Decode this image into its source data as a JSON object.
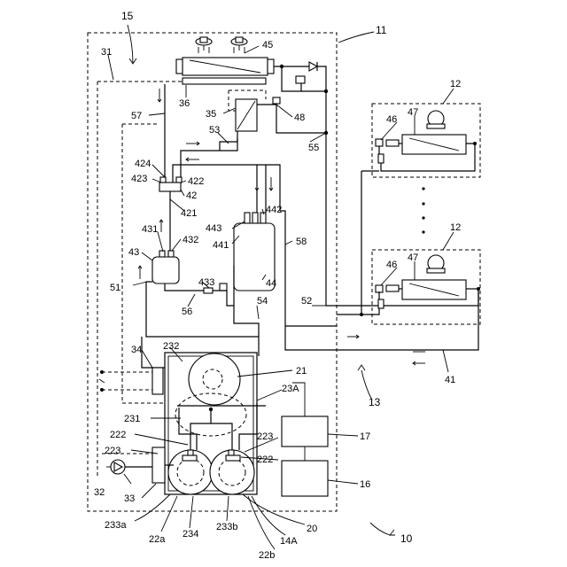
{
  "labels": {
    "l15": "15",
    "l11": "11",
    "l31": "31",
    "l45": "45",
    "l36": "36",
    "l57": "57",
    "l35": "35",
    "l48": "48",
    "l53": "53",
    "l55": "55",
    "l424": "424",
    "l423": "423",
    "l422": "422",
    "l42": "42",
    "l421": "421",
    "l442": "442",
    "l443": "443",
    "l441": "441",
    "l431": "431",
    "l432": "432",
    "l43": "43",
    "l58": "58",
    "l51": "51",
    "l433": "433",
    "l44": "44",
    "l56": "56",
    "l54": "54",
    "l52": "52",
    "l34": "34",
    "l232": "232",
    "l21": "21",
    "l23A": "23A",
    "l13": "13",
    "l41": "41",
    "l231": "231",
    "l222a": "222",
    "l223a": "223",
    "l223b": "223",
    "l222b": "222",
    "l17": "17",
    "l16": "16",
    "l32": "32",
    "l33": "33",
    "l233a": "233a",
    "l22a": "22a",
    "l234": "234",
    "l233b": "233b",
    "l20": "20",
    "l14A": "14A",
    "l22b": "22b",
    "l10": "10",
    "l12a": "12",
    "l46a": "46",
    "l47a": "47",
    "l12b": "12",
    "l46b": "46",
    "l47b": "47"
  }
}
